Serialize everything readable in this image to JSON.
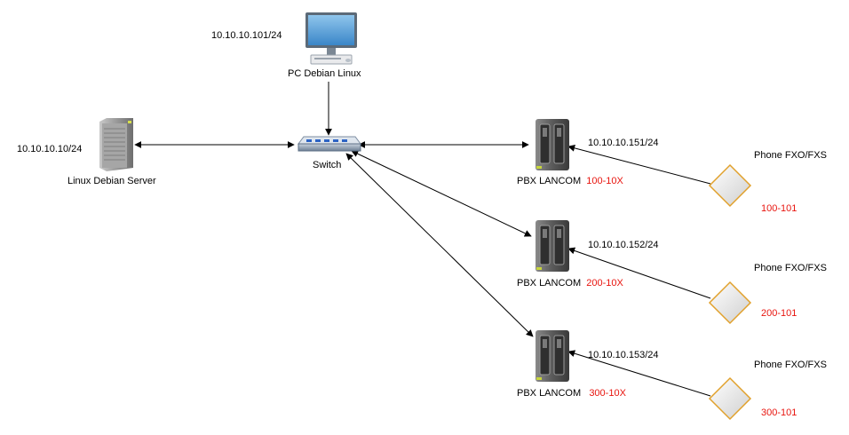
{
  "colors": {
    "range_text": "#e8150f",
    "phone_stroke": "#e1a12c",
    "phone_fill": "#e8e8e8",
    "edge": "#000000"
  },
  "pc": {
    "icon": "desktop-monitor-icon",
    "ip": "10.10.10.101/24",
    "name": "PC Debian Linux"
  },
  "server": {
    "icon": "tower-server-icon",
    "ip": "10.10.10.10/24",
    "name": "Linux Debian Server"
  },
  "switch": {
    "icon": "network-switch-icon",
    "name": "Switch"
  },
  "pbx": [
    {
      "icon": "nas-server-icon",
      "name": "PBX LANCOM",
      "range": "100-10X",
      "ip": "10.10.10.151/24"
    },
    {
      "icon": "nas-server-icon",
      "name": "PBX LANCOM",
      "range": "200-10X",
      "ip": "10.10.10.152/24"
    },
    {
      "icon": "nas-server-icon",
      "name": "PBX LANCOM",
      "range": "300-10X",
      "ip": "10.10.10.153/24"
    }
  ],
  "phones": [
    {
      "icon": "diamond-icon",
      "name": "Phone FXO/FXS",
      "range": "100-101"
    },
    {
      "icon": "diamond-icon",
      "name": "Phone FXO/FXS",
      "range": "200-101"
    },
    {
      "icon": "diamond-icon",
      "name": "Phone FXO/FXS",
      "range": "300-101"
    }
  ]
}
